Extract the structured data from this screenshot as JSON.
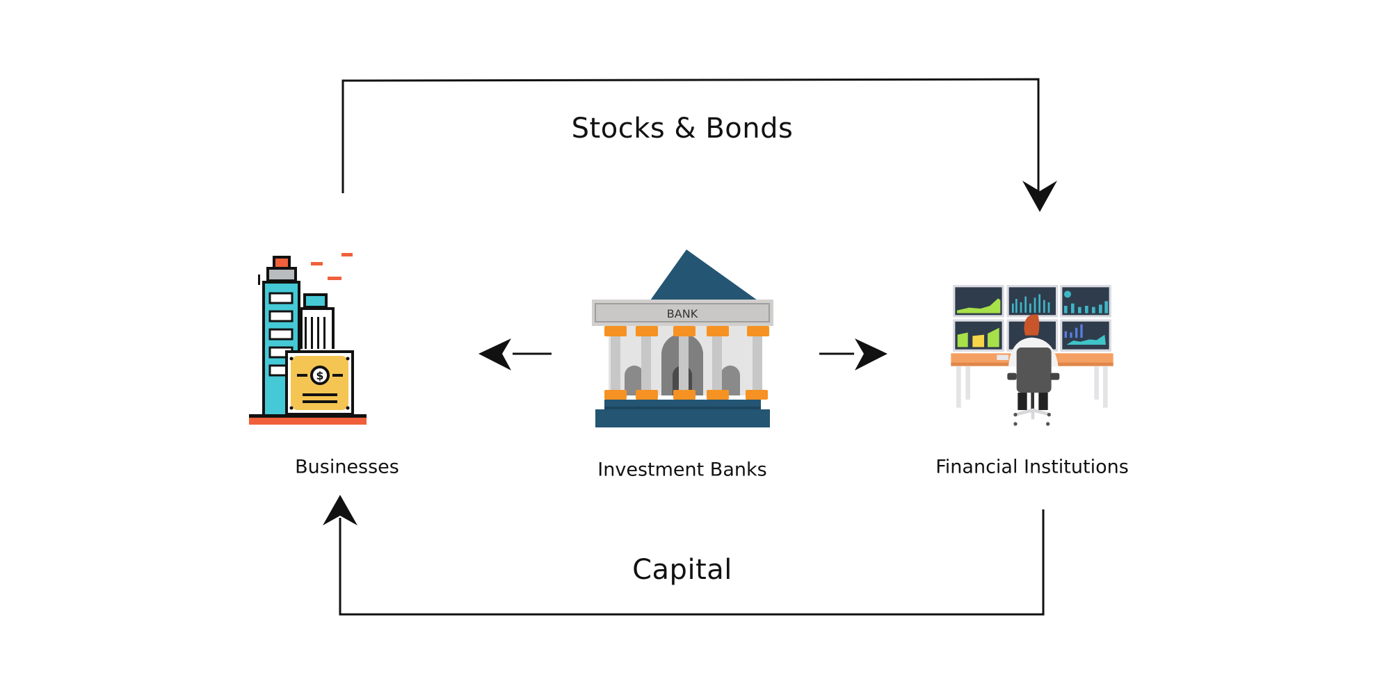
{
  "flow": {
    "top_label": "Stocks & Bonds",
    "bottom_label": "Capital"
  },
  "nodes": {
    "businesses": {
      "label": "Businesses",
      "icon": "office-building-with-bond-certificate-icon"
    },
    "investment_banks": {
      "label": "Investment Banks",
      "icon": "bank-building-icon",
      "sign": "BANK"
    },
    "financial_institutions": {
      "label": "Financial Institutions",
      "icon": "trader-at-monitors-icon"
    }
  },
  "colors": {
    "line": "#111111",
    "teal": "#45c9d6",
    "orange_red": "#f0603a",
    "gold": "#f4c552",
    "navy": "#245573",
    "bank_orange": "#f69223",
    "desk": "#f5a063"
  }
}
